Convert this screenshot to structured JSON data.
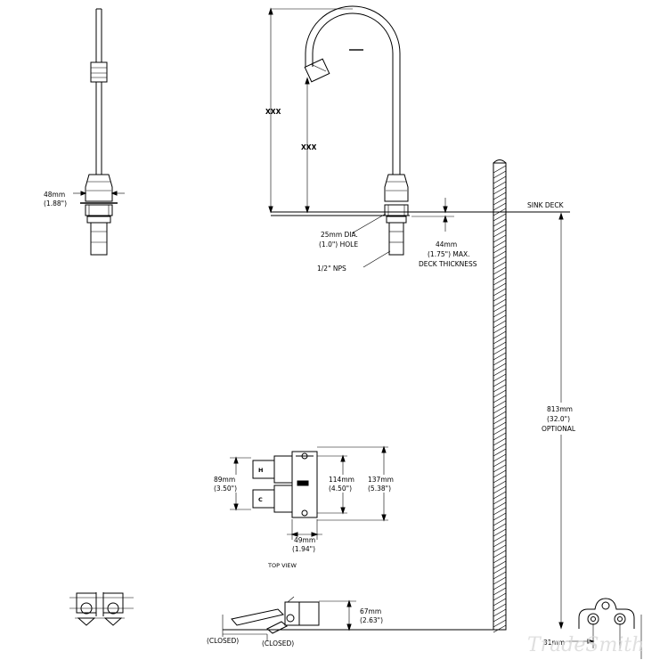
{
  "labels": {
    "sink_deck": "SINK DECK",
    "hole_mm": "25mm DIA.",
    "hole_in": "(1.0\") HOLE",
    "thread": "1/2\" NPS",
    "deck_mm": "44mm",
    "deck_in": "(1.75\") MAX.",
    "deck_label": "DECK THICKNESS",
    "opt_mm": "813mm",
    "opt_in": "(32.0\")",
    "opt_label": "OPTIONAL",
    "side_mm": "48mm",
    "side_in": "(1.88\")",
    "pedal_spacing_mm": "89mm",
    "pedal_spacing_in": "(3.50\")",
    "mount_mm": "114mm",
    "mount_in": "(4.50\")",
    "overall_mm": "137mm",
    "overall_in": "(5.38\")",
    "depth_mm": "49mm",
    "depth_in": "(1.94\")",
    "top_view": "TOP VIEW",
    "height_mm": "67mm",
    "height_in": "(2.63\")",
    "closed_left": "(CLOSED)",
    "closed_right": "(CLOSED)",
    "bracket_mm": "31mm",
    "spout_height": "XXX",
    "spout_inner": "XXX",
    "pedal_h": "H",
    "pedal_c": "C",
    "watermark": "TradeSmith"
  }
}
